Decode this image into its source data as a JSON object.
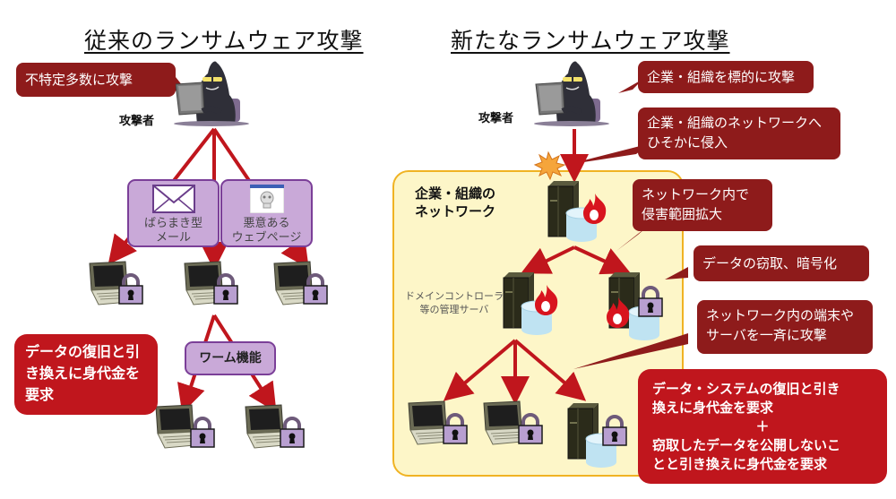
{
  "left": {
    "title": "従来のランサムウェア攻撃",
    "attacker_label": "攻撃者",
    "callout_top": "不特定多数に攻撃",
    "vector_mail": {
      "line1": "ばらまき型",
      "line2": "メール",
      "icon": "envelope-icon"
    },
    "vector_web": {
      "line1": "悪意ある",
      "line2": "ウェブページ",
      "icon": "malicious-webpage-icon"
    },
    "worm_label": "ワーム機能",
    "ransom_callout": {
      "line1": "データの復旧と引",
      "line2": "き換えに身代金を",
      "line3": "要求"
    },
    "locked_pcs": 5
  },
  "right": {
    "title": "新たなランサムウェア攻撃",
    "attacker_label": "攻撃者",
    "callout_target": "企業・組織を標的に攻撃",
    "callout_intrude": {
      "line1": "企業・組織のネットワークへ",
      "line2": "ひそかに侵入"
    },
    "network_label": {
      "line1": "企業・組織の",
      "line2": "ネットワーク"
    },
    "callout_spread": {
      "line1": "ネットワーク内で",
      "line2": "侵害範囲拡大"
    },
    "callout_steal": "データの窃取、暗号化",
    "callout_attack_all": {
      "line1": "ネットワーク内の端末や",
      "line2": "サーバを一斉に攻撃"
    },
    "domain_controller_label": {
      "line1": "ドメインコントローラ",
      "line2": "等の管理サーバ"
    },
    "ransom_callout": {
      "line1": "データ・システムの復旧と引き",
      "line2": "換えに身代金を要求",
      "plus": "＋",
      "line3": "窃取したデータを公開しないこ",
      "line4": "とと引き換えに身代金を要求"
    }
  },
  "colors": {
    "arrow_red": "#c0161d",
    "callout_dark_red": "#8e1b1b",
    "callout_bright_red": "#c0161d",
    "purple_fill": "#c9a9d8",
    "purple_border": "#7b3f98",
    "network_fill": "#fdf6c8",
    "network_border": "#f0b323"
  }
}
